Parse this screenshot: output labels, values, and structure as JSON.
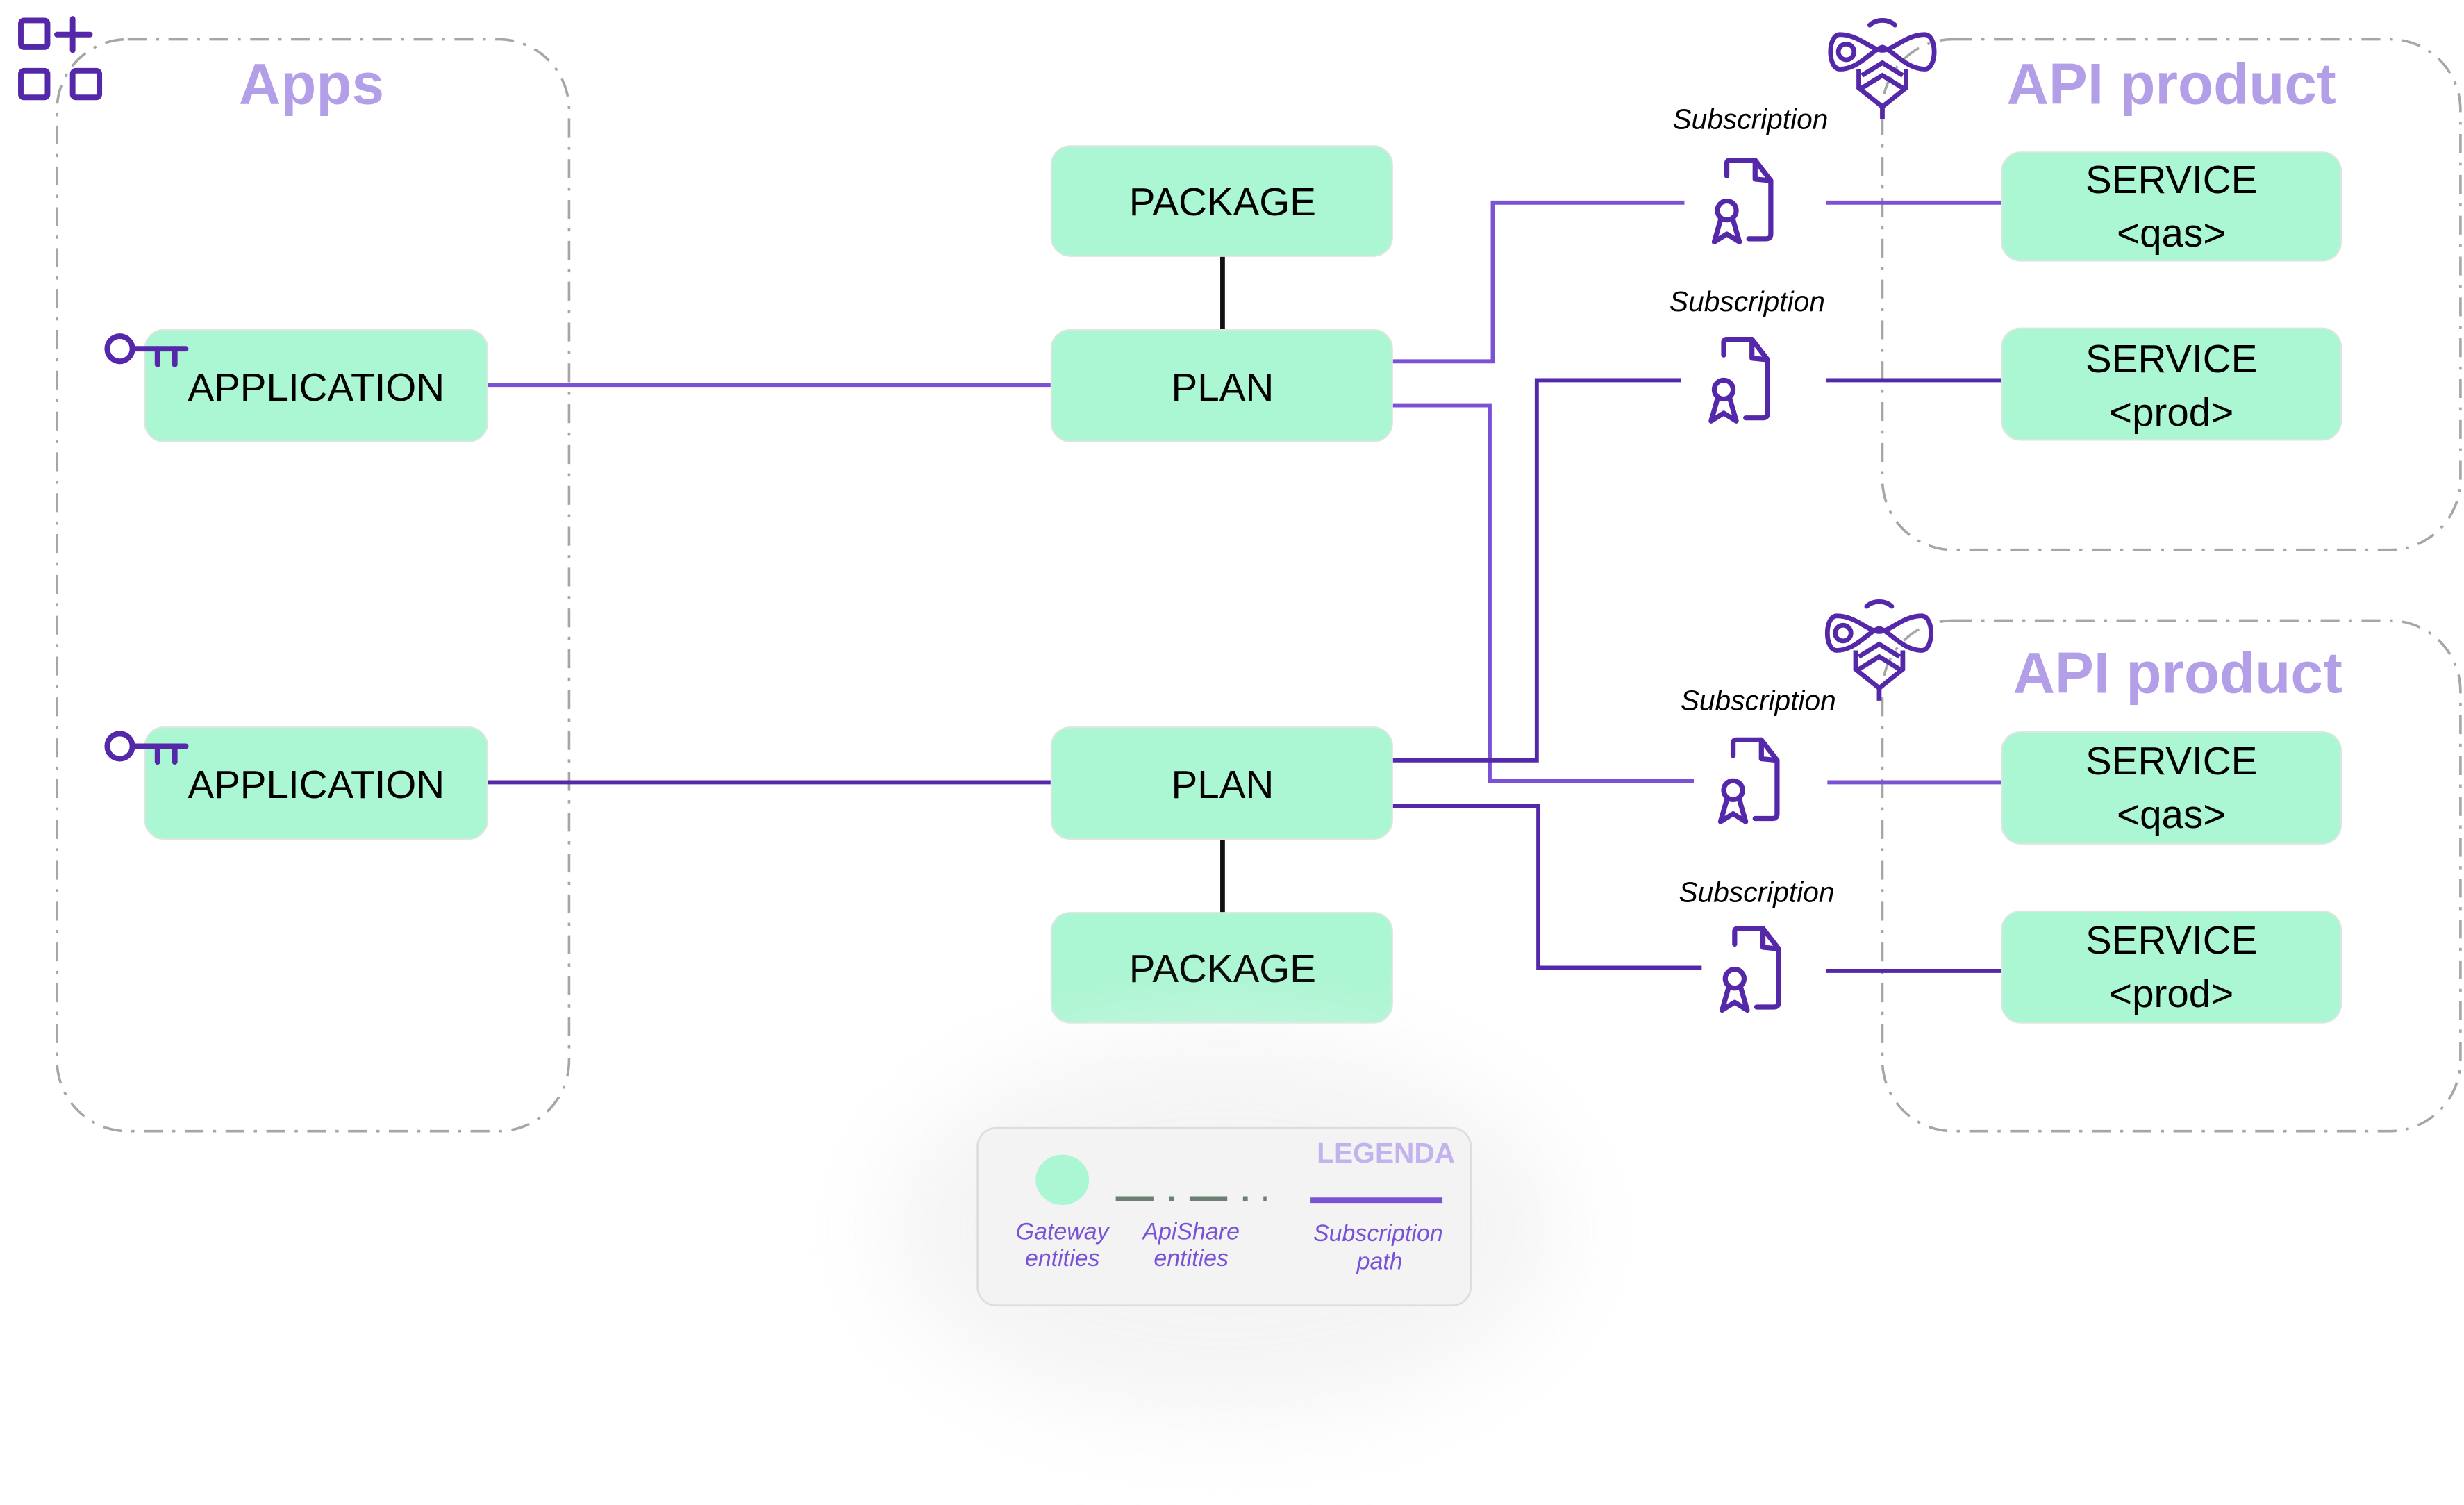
{
  "colors": {
    "node_fill": "#abf6d3",
    "node_stroke": "#d9e7df",
    "container_dash": "#a6a6a6",
    "title_purple": "#b39ee8",
    "icon_purple": "#5428a8",
    "path_light": "#7b52d6",
    "path_dark": "#5428a8",
    "legend_dash": "#6b7f73",
    "legend_bg": "#f3f3f3"
  },
  "apps_container": {
    "title": "Apps",
    "icon": "apps-grid-icon",
    "applications": [
      {
        "label": "APPLICATION",
        "icon": "key-icon"
      },
      {
        "label": "APPLICATION",
        "icon": "key-icon"
      }
    ]
  },
  "middle": {
    "packages": [
      {
        "label": "PACKAGE"
      },
      {
        "label": "PACKAGE"
      }
    ],
    "plans": [
      {
        "label": "PLAN"
      },
      {
        "label": "PLAN"
      }
    ]
  },
  "subscriptions": [
    {
      "label": "Subscription",
      "icon": "certificate-icon"
    },
    {
      "label": "Subscription",
      "icon": "certificate-icon"
    },
    {
      "label": "Subscription",
      "icon": "certificate-icon"
    },
    {
      "label": "Subscription",
      "icon": "certificate-icon"
    }
  ],
  "api_products": [
    {
      "title": "API product",
      "icon": "bee-icon",
      "services": [
        {
          "line1": "SERVICE",
          "line2": "<qas>"
        },
        {
          "line1": "SERVICE",
          "line2": "<prod>"
        }
      ]
    },
    {
      "title": "API product",
      "icon": "bee-icon",
      "services": [
        {
          "line1": "SERVICE",
          "line2": "<qas>"
        },
        {
          "line1": "SERVICE",
          "line2": "<prod>"
        }
      ]
    }
  ],
  "legend": {
    "title": "LEGENDA",
    "items": [
      {
        "line1": "Gateway",
        "line2": "entities"
      },
      {
        "line1": "ApiShare",
        "line2": "entities"
      },
      {
        "line1": "Subscription",
        "line2": "path"
      }
    ]
  }
}
